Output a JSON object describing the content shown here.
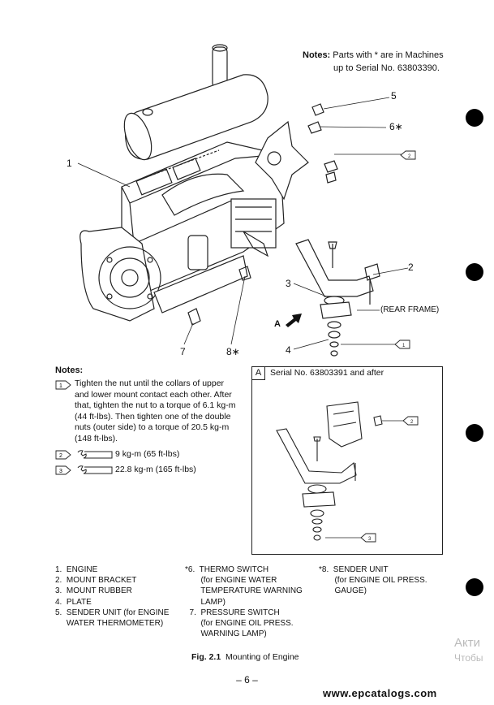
{
  "notes_top": {
    "label": "Notes:",
    "line1": "Parts with * are in Machines",
    "line2": "up to Serial No. 63803390."
  },
  "callouts": {
    "c1": "1",
    "c2": "2",
    "c3": "3",
    "c4": "4",
    "c5": "5",
    "c6": "6∗",
    "c7": "7",
    "c8": "8∗",
    "rear_frame": "(REAR FRAME)",
    "view_a": "A"
  },
  "notes": {
    "title": "Notes:",
    "n1_lines": [
      "Tighten the nut until the collars of upper",
      "and lower mount contact each other. After",
      "that, tighten the nut to a torque of 6.1 kg-m",
      "(44 ft-lbs). Then tighten one of the double",
      "nuts (outer side) to a torque of 20.5 kg-m",
      "(148 ft-lbs)."
    ],
    "n2": "9 kg-m (65 ft-lbs)",
    "n3": "22.8 kg-m (165 ft-lbs)"
  },
  "box_a": {
    "tag": "A",
    "serial": "Serial No. 63803391 and after"
  },
  "legend": {
    "col1": [
      "1.  ENGINE",
      "2.  MOUNT BRACKET",
      "3.  MOUNT RUBBER",
      "4.  PLATE",
      "5.  SENDER UNIT (for ENGINE",
      "     WATER THERMOMETER)"
    ],
    "col2": [
      "*6.  THERMO SWITCH",
      "       (for ENGINE WATER",
      "       TEMPERATURE WARNING",
      "       LAMP)",
      "  7.  PRESSURE SWITCH",
      "       (for ENGINE OIL PRESS.",
      "       WARNING LAMP)"
    ],
    "col3": [
      "*8.  SENDER UNIT",
      "       (for ENGINE OIL PRESS.",
      "       GAUGE)"
    ]
  },
  "caption": {
    "fig": "Fig. 2.1",
    "title": "Mounting of Engine"
  },
  "page_number": "– 6 –",
  "watermark": "www.epcatalogs.com",
  "overlay": {
    "l1": "Акти",
    "l2": "Чтобы"
  }
}
